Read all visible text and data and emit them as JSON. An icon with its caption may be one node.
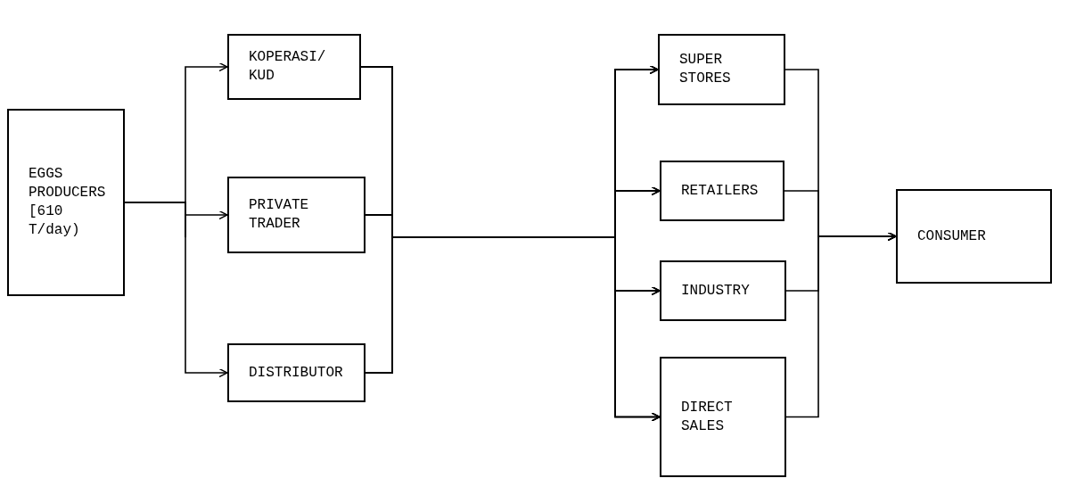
{
  "diagram": {
    "nodes": [
      {
        "text": [
          "EGGS PRODUCERS [610 T/day)"
        ]
      },
      {
        "text": [
          "KOPERASI/ KUD"
        ]
      },
      {
        "text": [
          "PRIVATE TRADER"
        ]
      },
      {
        "text": [
          "DISTRIBUTOR"
        ]
      },
      {
        "text": [
          "SUPER STORES"
        ]
      },
      {
        "text": [
          "RETAILERS"
        ]
      },
      {
        "text": [
          "INDUSTRY"
        ]
      },
      {
        "text": [
          "DIRECT SALES"
        ]
      },
      {
        "text": [
          "CONSUMER"
        ]
      }
    ],
    "edges": [
      {
        "from": 0,
        "to": 1,
        "arrow": "to"
      },
      {
        "from": 0,
        "to": 2,
        "arrow": "to"
      },
      {
        "from": 0,
        "to": 3,
        "arrow": "to"
      },
      {
        "from": 1,
        "to": 4,
        "arrow": "to"
      },
      {
        "from": 1,
        "to": 5,
        "arrow": "to"
      },
      {
        "from": 1,
        "to": 6,
        "arrow": "to"
      },
      {
        "from": 1,
        "to": 7,
        "arrow": "to"
      },
      {
        "from": 2,
        "to": 4,
        "arrow": "to"
      },
      {
        "from": 2,
        "to": 5,
        "arrow": "to"
      },
      {
        "from": 2,
        "to": 6,
        "arrow": "to"
      },
      {
        "from": 2,
        "to": 7,
        "arrow": "to"
      },
      {
        "from": 3,
        "to": 4,
        "arrow": "to"
      },
      {
        "from": 3,
        "to": 5,
        "arrow": "to"
      },
      {
        "from": 3,
        "to": 6,
        "arrow": "to"
      },
      {
        "from": 3,
        "to": 7,
        "arrow": "to"
      },
      {
        "from": 4,
        "to": 8,
        "arrow": "to"
      },
      {
        "from": 5,
        "to": 8,
        "arrow": "to"
      },
      {
        "from": 6,
        "to": 8,
        "arrow": "to"
      },
      {
        "from": 7,
        "to": 8,
        "arrow": "to"
      }
    ]
  }
}
